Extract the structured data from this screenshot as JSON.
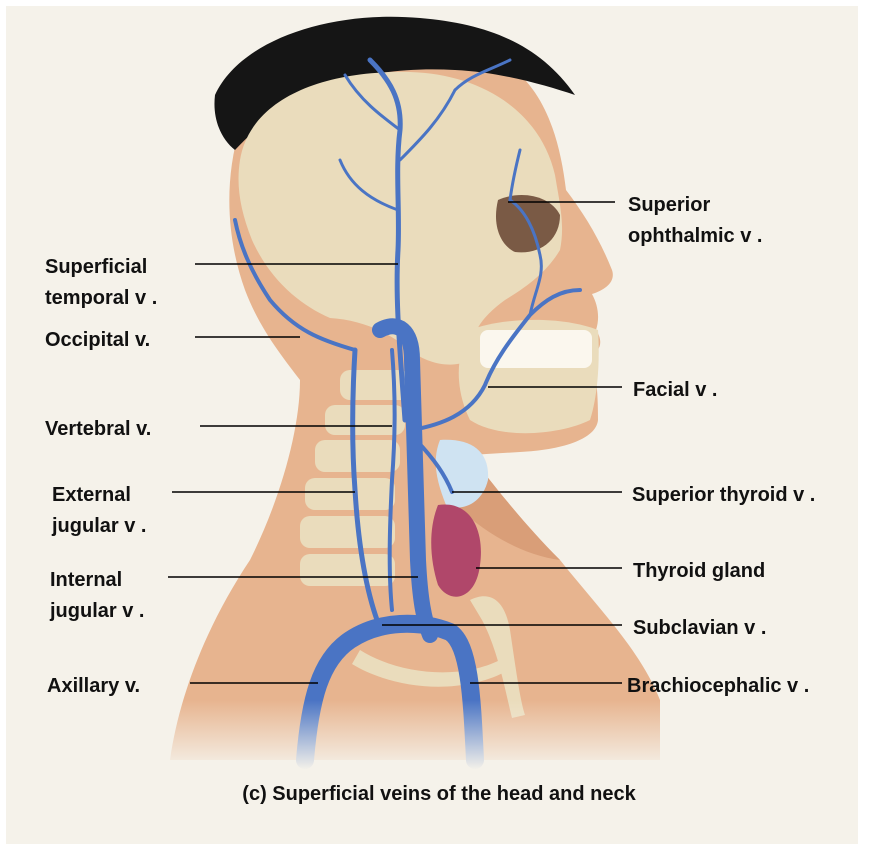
{
  "labels": {
    "superficial_temporal": "Superficial\ntemporal v .",
    "occipital": "Occipital v.",
    "vertebral": "Vertebral v.",
    "external_jugular": "External\njugular v .",
    "internal_jugular": "Internal\njugular v .",
    "axillary": "Axillary v.",
    "superior_ophthalmic": "Superior\nophthalmic v .",
    "facial": "Facial v .",
    "superior_thyroid": "Superior thyroid v .",
    "thyroid_gland": "Thyroid gland",
    "subclavian": "Subclavian v .",
    "brachiocephalic": "Brachiocephalic v ."
  },
  "caption": "(c)  Superficial veins of the head and neck",
  "colors": {
    "vein": "#4a74c4",
    "skin": "#e7b48f",
    "skull": "#eadcbc",
    "hair": "#151515",
    "thyroid": "#b0476a",
    "leader_line": "#000000"
  }
}
